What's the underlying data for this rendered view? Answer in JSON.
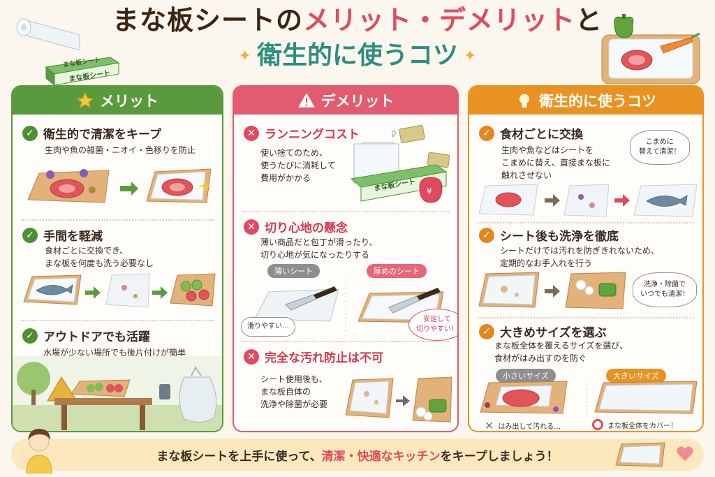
{
  "title": {
    "line1_part1": "まな板シートの",
    "line1_part2": "メリット・デメリット",
    "line1_part3": "と",
    "line2": "衛生的に使うコツ"
  },
  "illustration_labels": {
    "roll_box_line1": "まな板シート",
    "roll_box_line2": "まな板シート"
  },
  "merit": {
    "heading": "メリット",
    "items": [
      {
        "title": "衛生的で清潔をキープ",
        "desc": [
          "生肉や魚の雑菌・ニオイ・色移りを防止"
        ]
      },
      {
        "title": "手間を軽減",
        "desc": [
          "食材ごとに交換でき、",
          "まな板を何度も洗う必要なし"
        ]
      },
      {
        "title": "アウトドアでも活躍",
        "desc": [
          "水場が少ない場所でも後片付けが簡単"
        ]
      }
    ]
  },
  "demerit": {
    "heading": "デメリット",
    "items": [
      {
        "title": "ランニングコスト",
        "desc": [
          "使い捨てのため、",
          "使うたびに消耗して",
          "費用がかかる"
        ]
      },
      {
        "title": "切り心地の懸念",
        "desc": [
          "薄い商品だと包丁が滑ったり、",
          "切り心地が気になったりする"
        ]
      },
      {
        "title": "完全な汚れ防止は不可",
        "desc": [
          "シート使用後も、",
          "まな板自体の",
          "洗浄や除菌が必要"
        ]
      }
    ],
    "thin_label": "薄いシート",
    "thick_label": "厚めのシート",
    "thin_bubble": "滑りやすい…",
    "thick_bubble": [
      "安定して",
      "切りやすい！"
    ],
    "box_label": "まな板シート"
  },
  "tips": {
    "heading": "衛生的に使うコツ",
    "items": [
      {
        "title": "食材ごとに交換",
        "desc": [
          "生肉や魚などはシートを",
          "こまめに替え、直接まな板に",
          "触れさせない"
        ]
      },
      {
        "title": "シート後も洗浄を徹底",
        "desc": [
          "シートだけでは汚れを防ぎきれないため、",
          "定期的なお手入れを行う"
        ]
      },
      {
        "title": "大きめサイズを選ぶ",
        "desc": [
          "まな板全体を覆えるサイズを選び、",
          "食材がはみ出すのを防ぐ"
        ]
      }
    ],
    "bubble1": [
      "こまめに",
      "替えて清潔！"
    ],
    "bubble2": [
      "洗浄・除菌で",
      "いつでも清潔！"
    ],
    "small_label": "小さいサイズ",
    "large_label": "大きいサイズ",
    "small_note": "はみ出して汚れる…",
    "large_note": "まな板全体をカバー！"
  },
  "banner": {
    "part1": "まな板シートを上手に使って、",
    "highlight": "清潔・快適なキッチン",
    "part2": "をキープしましょう！"
  },
  "colors": {
    "merit": "#5a9a3e",
    "demerit": "#e25b6e",
    "tips": "#ea9221",
    "title_teal": "#2e8d7f",
    "title_red": "#e04a5f"
  }
}
